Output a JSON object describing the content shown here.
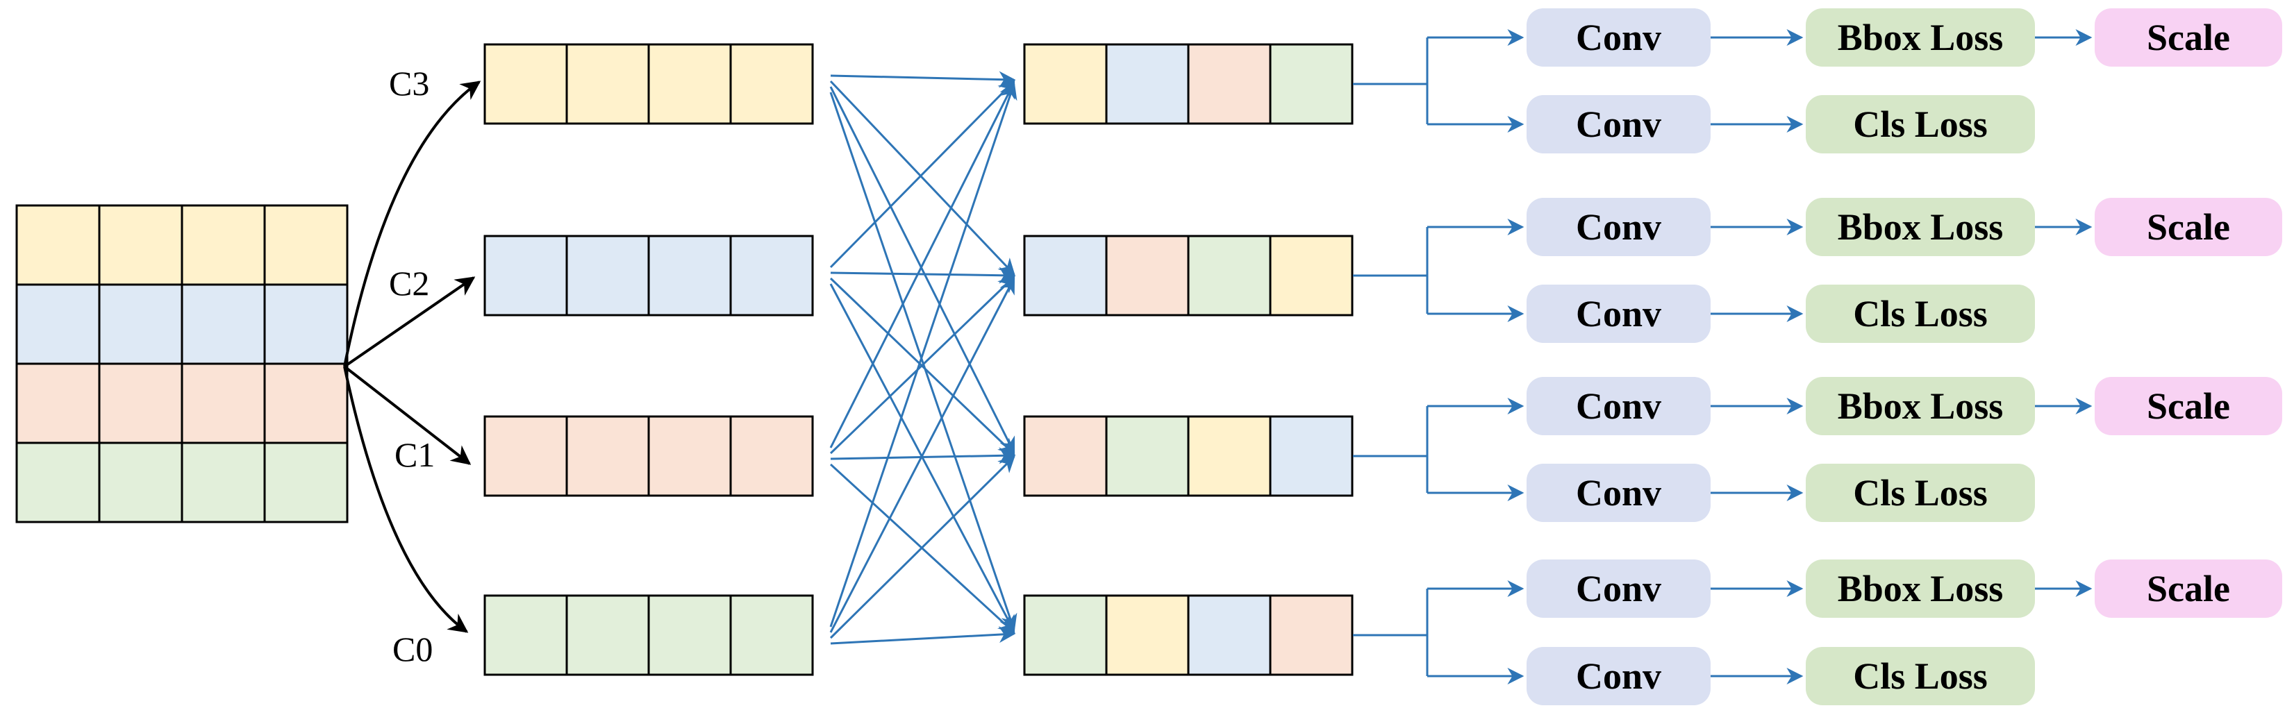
{
  "colors": {
    "yellow": "#fff2cc",
    "blue": "#dee9f5",
    "peach": "#fae3d6",
    "green": "#e2efda",
    "conv": "#dae0f2",
    "loss": "#d6e7c8",
    "scale": "#f8d2f3",
    "connector": "#2e75b6",
    "split_arrow": "#000000"
  },
  "channel_labels": [
    "C3",
    "C2",
    "C1",
    "C0"
  ],
  "input_grid_rows": [
    "yellow",
    "blue",
    "peach",
    "green"
  ],
  "channel_rows": [
    "yellow",
    "blue",
    "peach",
    "green"
  ],
  "shuffled_rows": [
    [
      "yellow",
      "blue",
      "peach",
      "green"
    ],
    [
      "blue",
      "peach",
      "green",
      "yellow"
    ],
    [
      "peach",
      "green",
      "yellow",
      "blue"
    ],
    [
      "green",
      "yellow",
      "blue",
      "peach"
    ]
  ],
  "heads": [
    {
      "conv_top": "Conv",
      "bbox_loss": "Bbox Loss",
      "scale": "Scale",
      "conv_bottom": "Conv",
      "cls_loss": "Cls Loss"
    },
    {
      "conv_top": "Conv",
      "bbox_loss": "Bbox Loss",
      "scale": "Scale",
      "conv_bottom": "Conv",
      "cls_loss": "Cls Loss"
    },
    {
      "conv_top": "Conv",
      "bbox_loss": "Bbox Loss",
      "scale": "Scale",
      "conv_bottom": "Conv",
      "cls_loss": "Cls Loss"
    },
    {
      "conv_top": "Conv",
      "bbox_loss": "Bbox Loss",
      "scale": "Scale",
      "conv_bottom": "Conv",
      "cls_loss": "Cls Loss"
    }
  ]
}
